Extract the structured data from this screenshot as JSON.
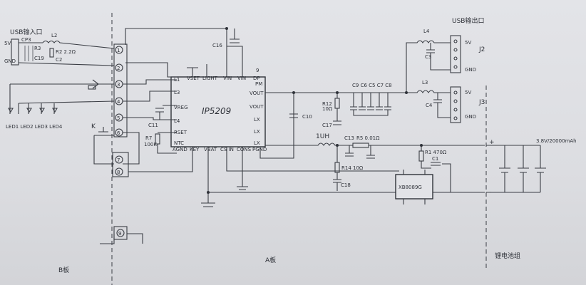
{
  "chip_main": "IP5209",
  "chip_protect": "XB8089G",
  "usb_in_label": "USB输入口",
  "usb_out_label": "USB输出口",
  "sections": {
    "b_board": "B板",
    "a_board": "A板",
    "battery_pack": "锂电池组"
  },
  "battery_spec": "3.8V/20000mAh",
  "plus_sign": "+",
  "minus_sign": "-",
  "connectors": {
    "j2": "J2",
    "j3": "J3",
    "v5": "5V",
    "gnd": "GND"
  },
  "input_net": {
    "v5": "5V",
    "gnd": "GND",
    "cp3": "CP3",
    "r3": "R3",
    "r2": "R2 2.2Ω",
    "c2": "C2",
    "c19": "C19",
    "l2": "L2"
  },
  "pins_top": [
    "L1",
    "VSET",
    "LIGHT",
    "VIN",
    "VIN",
    "DP"
  ],
  "pins_left": [
    "L3",
    "VREG",
    "L4",
    "RSET",
    "NTC"
  ],
  "pins_right": [
    "PM",
    "VOUT",
    "VOUT",
    "LX",
    "LX",
    "LX"
  ],
  "pins_bottom": [
    "AGND",
    "KEY",
    "VBAT",
    "CS IN",
    "CONS",
    "PGND"
  ],
  "comp": {
    "c16": "C16",
    "c11": "C11",
    "r7": "R7",
    "r7v": "100K",
    "c10": "C10",
    "r12": "R12",
    "r12v": "10Ω",
    "c17": "C17",
    "inductor": "1UH",
    "c13": "C13",
    "r5": "R5 0.01Ω",
    "r14": "R14 10Ω",
    "c18": "C18",
    "r1": "R1 470Ω",
    "c1": "C1",
    "caps": "C9 C6 C5 C7 C8",
    "l4": "L4",
    "c3": "C3",
    "l3": "L3",
    "c4": "C4"
  },
  "leds": "LED1 LED2 LED3 LED4",
  "key": "K",
  "terminals": [
    "1",
    "2",
    "3",
    "4",
    "5",
    "6",
    "7",
    "8",
    "9"
  ],
  "pin_num_9": "9"
}
